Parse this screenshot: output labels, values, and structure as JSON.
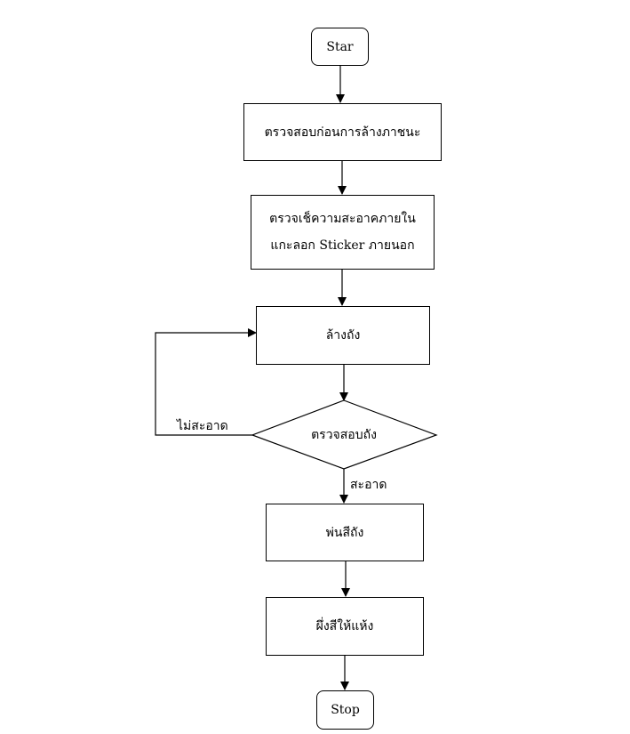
{
  "nodes": {
    "start": "Star",
    "step1": "ตรวจสอบก่อนการล้างภาชนะ",
    "step2_line1": "ตรวจเช็ความสะอาคภายใน",
    "step2_line2": "แกะลอก Sticker ภายนอก",
    "step3": "ล้างถัง",
    "decision": "ตรวจสอบถัง",
    "step4": "พ่นสีถัง",
    "step5": "ผึ่งสีให้แห้ง",
    "stop": "Stop"
  },
  "edges": {
    "not_clean": "ไม่สะอาด",
    "clean": "สะอาด"
  }
}
